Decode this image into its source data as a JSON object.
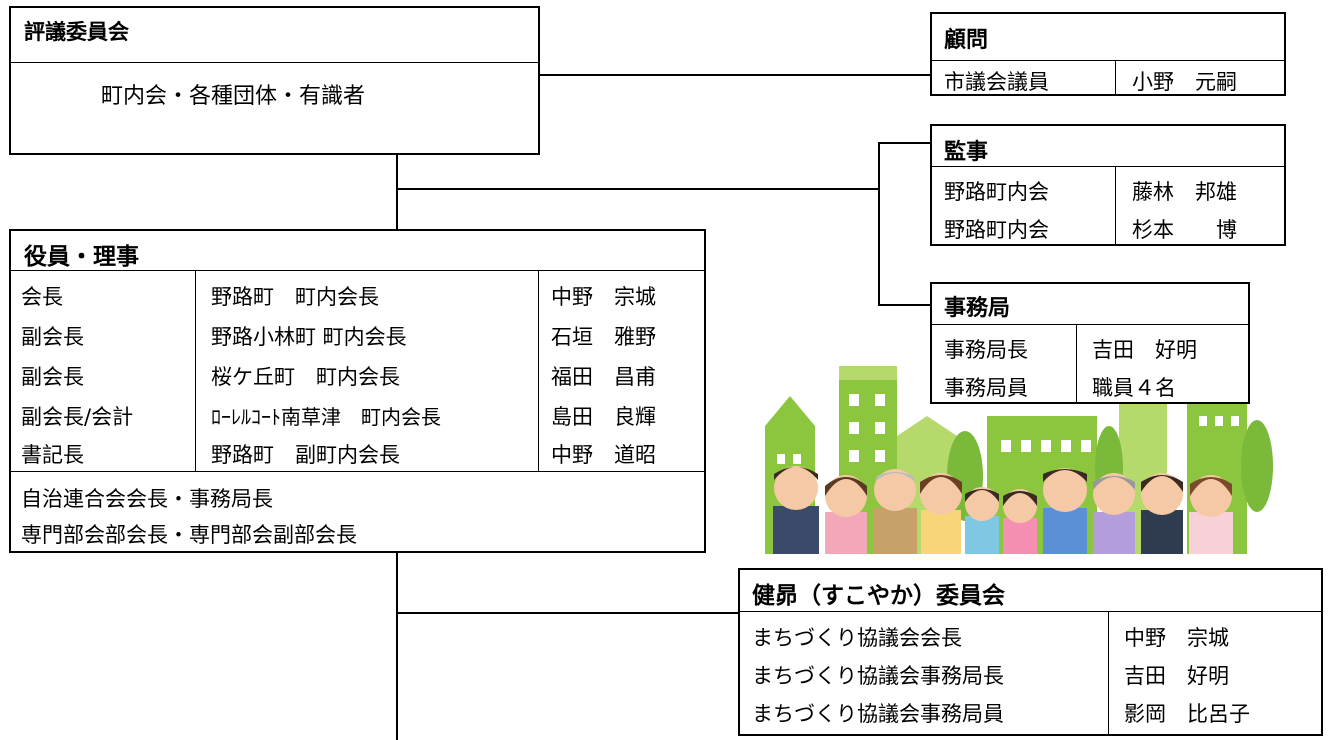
{
  "council": {
    "title": "評議委員会",
    "members": "町内会・各種団体・有識者"
  },
  "advisor": {
    "title": "顧問",
    "role": "市議会議員",
    "name": "小野　元嗣"
  },
  "auditor": {
    "title": "監事",
    "rows": [
      {
        "org": "野路町内会",
        "name": "藤林　邦雄"
      },
      {
        "org": "野路町内会",
        "name": "杉本　　博"
      }
    ]
  },
  "office": {
    "title": "事務局",
    "rows": [
      {
        "role": "事務局長",
        "name": "吉田　好明"
      },
      {
        "role": "事務局員",
        "name": "職員４名"
      }
    ]
  },
  "officers": {
    "title": "役員・理事",
    "rows": [
      {
        "role": "会長",
        "org": "野路町　町内会長",
        "name": "中野　宗城"
      },
      {
        "role": "副会長",
        "org": "野路小林町 町内会長",
        "name": "石垣　雅野"
      },
      {
        "role": "副会長",
        "org": "桜ケ丘町　町内会長",
        "name": "福田　昌甫"
      },
      {
        "role": "副会長/会計",
        "org": "ﾛｰﾚﾙｺｰﾄ南草津　町内会長",
        "name": "島田　良輝"
      },
      {
        "role": "書記長",
        "org": "野路町　副町内会長",
        "name": "中野　道昭"
      }
    ],
    "footer": [
      "自治連合会会長・事務局長",
      "専門部会部会長・専門部会副部会長"
    ]
  },
  "committee": {
    "title": "健昴（すこやか）委員会",
    "rows": [
      {
        "role": "まちづくり協議会会長",
        "name": "中野　宗城"
      },
      {
        "role": "まちづくり協議会事務局長",
        "name": "吉田　好明"
      },
      {
        "role": "まちづくり協議会事務局員",
        "name": "影岡　比呂子"
      }
    ]
  },
  "colors": {
    "building_green": "#8cc63f",
    "building_green_light": "#b5d96b",
    "tree_green": "#7bb93a"
  },
  "illustration": {
    "icon": "community-people-town-illustration"
  }
}
